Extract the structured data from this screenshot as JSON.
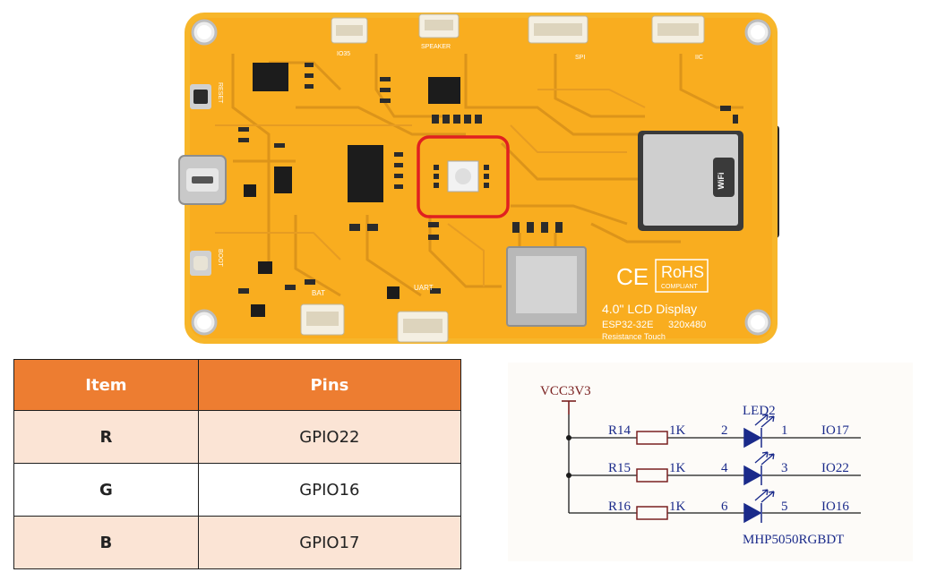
{
  "board": {
    "silkscreen": {
      "title": "4.0\" LCD Display",
      "model": "ESP32-32E",
      "resolution": "320x480",
      "touch": "Resistance Touch",
      "reset": "RESET",
      "boot": "BOOT",
      "bat": "BAT",
      "uart": "UART",
      "speaker": "SPEAKER",
      "spi": "SPI",
      "iic": "IIC",
      "io35": "IO35",
      "rohs": "RoHS",
      "rohs_sub": "COMPLIANT",
      "ce": "CE",
      "wifi": "WiFi"
    },
    "highlight_color": "#e02020"
  },
  "table": {
    "headers": [
      "Item",
      "Pins"
    ],
    "rows": [
      {
        "item": "R",
        "pin": "GPIO22"
      },
      {
        "item": "G",
        "pin": "GPIO16"
      },
      {
        "item": "B",
        "pin": "GPIO17"
      }
    ]
  },
  "schematic": {
    "supply": "VCC3V3",
    "led": "LED2",
    "part": "MHP5050RGBDT",
    "resistors": [
      {
        "name": "R14",
        "value": "1K",
        "pin_left": "2",
        "pin_right": "1",
        "net": "IO17"
      },
      {
        "name": "R15",
        "value": "1K",
        "pin_left": "4",
        "pin_right": "3",
        "net": "IO22"
      },
      {
        "name": "R16",
        "value": "1K",
        "pin_left": "6",
        "pin_right": "5",
        "net": "IO16"
      }
    ]
  }
}
